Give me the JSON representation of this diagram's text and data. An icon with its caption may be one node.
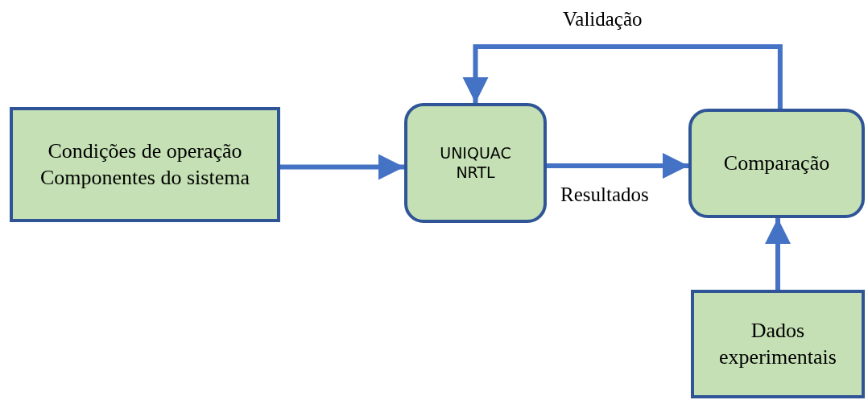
{
  "diagram": {
    "nodes": [
      {
        "text": [
          "Condições de operação",
          "Componentes do sistema"
        ]
      },
      {
        "text": [
          "UNIQUAC",
          "NRTL"
        ]
      },
      {
        "text": [
          "Comparação"
        ]
      },
      {
        "text": [
          "Dados experimentais"
        ]
      }
    ],
    "edges": [
      {
        "from": 0,
        "to": 1,
        "arrow": "to"
      },
      {
        "from": 1,
        "to": 2,
        "arrow": "to",
        "label": "Resultados"
      },
      {
        "from": 2,
        "to": 1,
        "arrow": "to",
        "label": "Validação"
      },
      {
        "from": 3,
        "to": 2,
        "arrow": "to"
      }
    ]
  }
}
